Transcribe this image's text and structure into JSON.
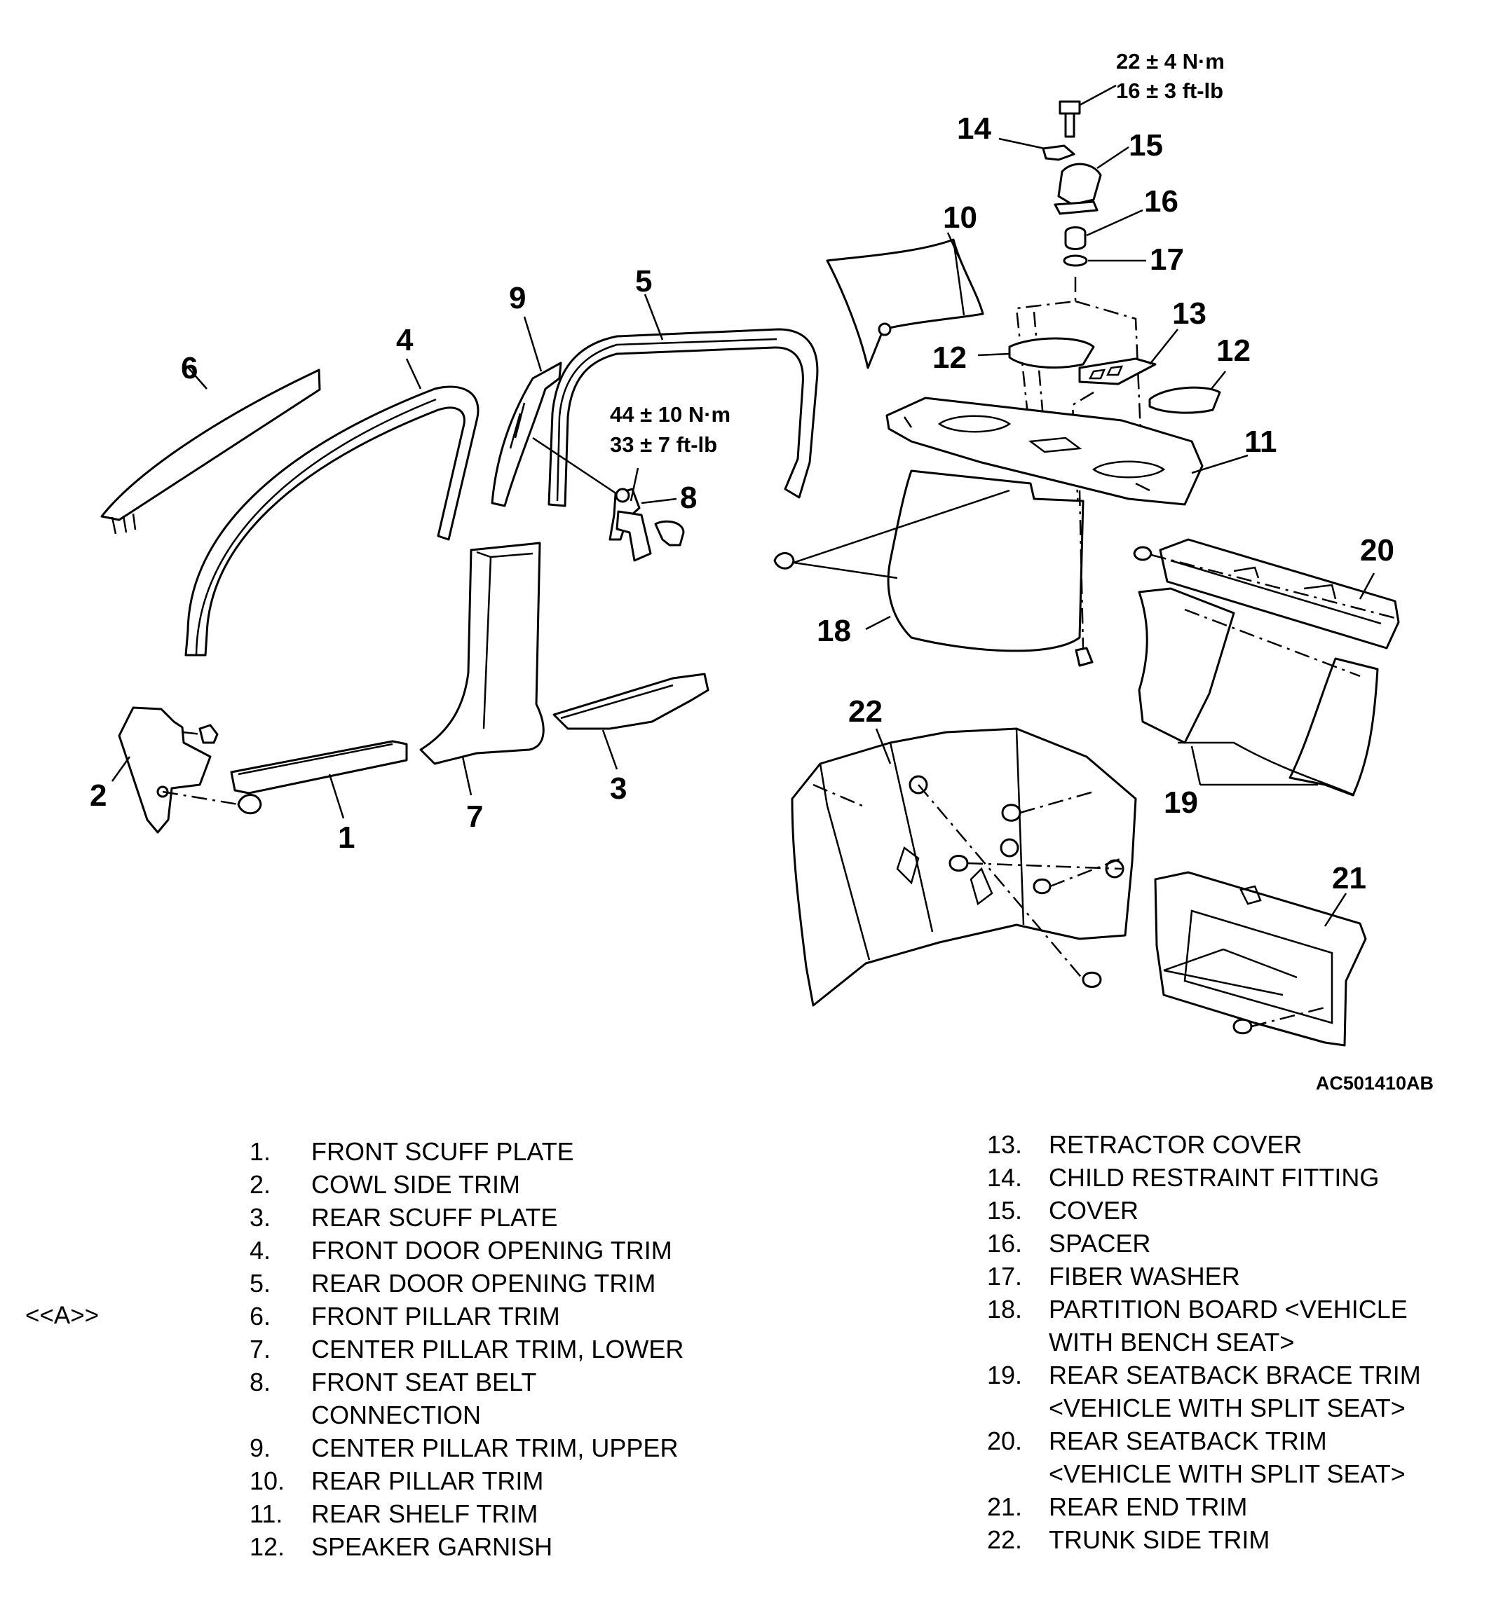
{
  "figure_id": "AC501410AB",
  "torque_specs": {
    "top": {
      "nm": "22 ± 4 N·m",
      "ftlb": "16 ± 3 ft-lb"
    },
    "belt": {
      "nm": "44 ± 10 N·m",
      "ftlb": "33 ± 7 ft-lb"
    }
  },
  "callouts": {
    "c1": "1",
    "c2": "2",
    "c3": "3",
    "c4": "4",
    "c5": "5",
    "c6": "6",
    "c7": "7",
    "c8": "8",
    "c9": "9",
    "c10": "10",
    "c11": "11",
    "c12a": "12",
    "c12b": "12",
    "c13": "13",
    "c14": "14",
    "c15": "15",
    "c16": "16",
    "c17": "17",
    "c18": "18",
    "c19": "19",
    "c20": "20",
    "c21": "21",
    "c22": "22"
  },
  "legend_mark": "<<A>>",
  "legend_left": [
    {
      "num": "1.",
      "text": "FRONT SCUFF PLATE"
    },
    {
      "num": "2.",
      "text": "COWL SIDE TRIM"
    },
    {
      "num": "3.",
      "text": "REAR SCUFF PLATE"
    },
    {
      "num": "4.",
      "text": "FRONT DOOR OPENING TRIM"
    },
    {
      "num": "5.",
      "text": "REAR DOOR OPENING TRIM"
    },
    {
      "num": "6.",
      "text": "FRONT PILLAR TRIM"
    },
    {
      "num": "7.",
      "text": "CENTER PILLAR TRIM, LOWER"
    },
    {
      "num": "8.",
      "text": "FRONT SEAT BELT"
    },
    {
      "num": "",
      "text": "CONNECTION"
    },
    {
      "num": "9.",
      "text": "CENTER PILLAR TRIM, UPPER"
    },
    {
      "num": "10.",
      "text": "REAR PILLAR TRIM"
    },
    {
      "num": "11.",
      "text": "REAR SHELF TRIM"
    },
    {
      "num": "12.",
      "text": "SPEAKER GARNISH"
    }
  ],
  "legend_right": [
    {
      "num": "13.",
      "text": "RETRACTOR COVER"
    },
    {
      "num": "14.",
      "text": "CHILD RESTRAINT FITTING"
    },
    {
      "num": "15.",
      "text": "COVER"
    },
    {
      "num": "16.",
      "text": "SPACER"
    },
    {
      "num": "17.",
      "text": "FIBER WASHER"
    },
    {
      "num": "18.",
      "text": "PARTITION BOARD <VEHICLE"
    },
    {
      "num": "",
      "text": "WITH BENCH SEAT>"
    },
    {
      "num": "19.",
      "text": "REAR SEATBACK BRACE TRIM"
    },
    {
      "num": "",
      "text": "<VEHICLE WITH SPLIT SEAT>"
    },
    {
      "num": "20.",
      "text": "REAR SEATBACK TRIM"
    },
    {
      "num": "",
      "text": "<VEHICLE WITH SPLIT SEAT>"
    },
    {
      "num": "21.",
      "text": "REAR END TRIM"
    },
    {
      "num": "22.",
      "text": "TRUNK SIDE TRIM"
    }
  ]
}
